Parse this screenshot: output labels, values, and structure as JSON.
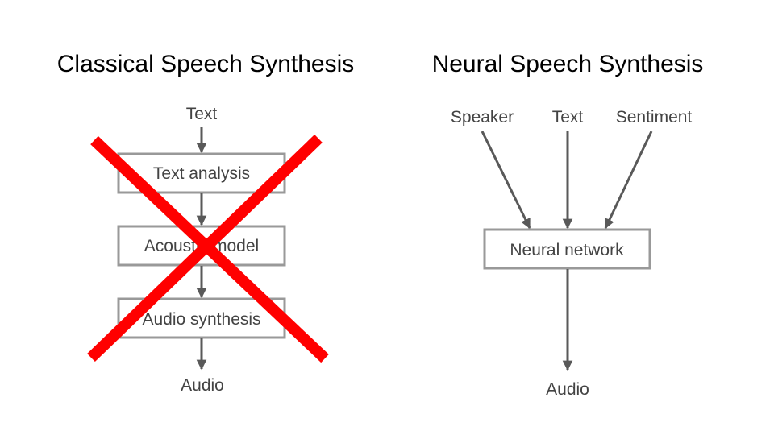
{
  "classical": {
    "title": "Classical Speech Synthesis",
    "input": "Text",
    "steps": [
      "Text analysis",
      "Acoustic model",
      "Audio synthesis"
    ],
    "output": "Audio",
    "crossed_out": true,
    "cross_color": "#ff0000"
  },
  "neural": {
    "title": "Neural Speech Synthesis",
    "inputs": [
      "Speaker",
      "Text",
      "Sentiment"
    ],
    "model": "Neural network",
    "output": "Audio"
  },
  "colors": {
    "title_text": "#000000",
    "node_text": "#434343",
    "box_border": "#999999",
    "arrow": "#595959"
  }
}
